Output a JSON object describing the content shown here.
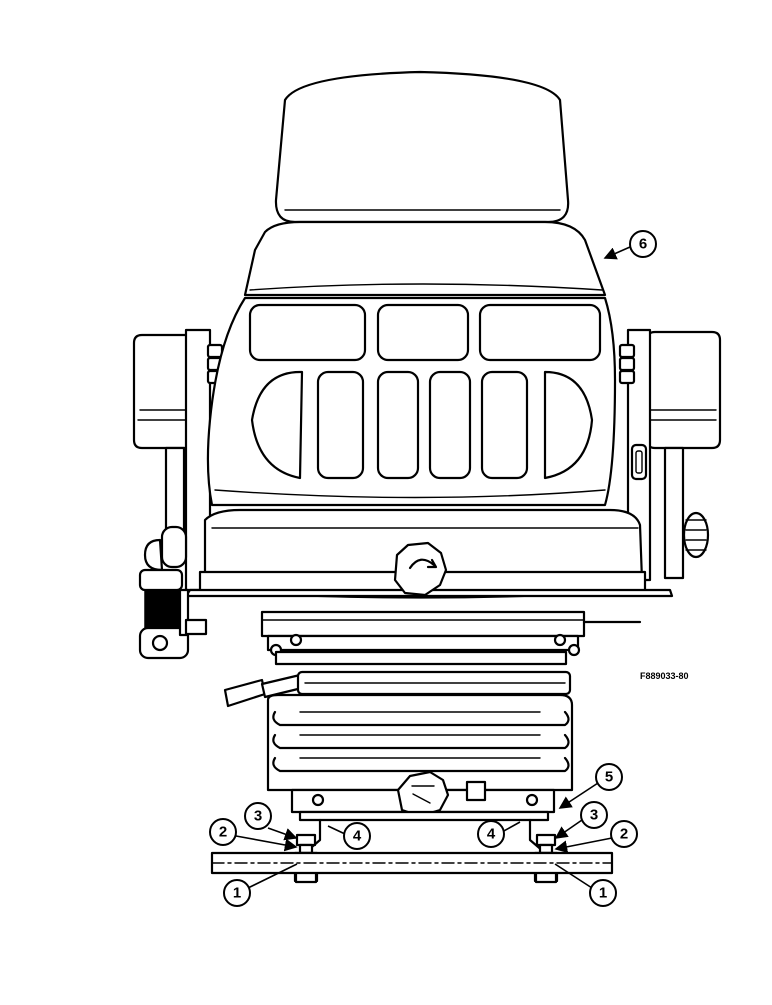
{
  "figure": {
    "code": "F889033-80",
    "callouts": [
      "6",
      "5",
      "3",
      "2",
      "4",
      "4",
      "3",
      "2",
      "1",
      "1"
    ]
  }
}
